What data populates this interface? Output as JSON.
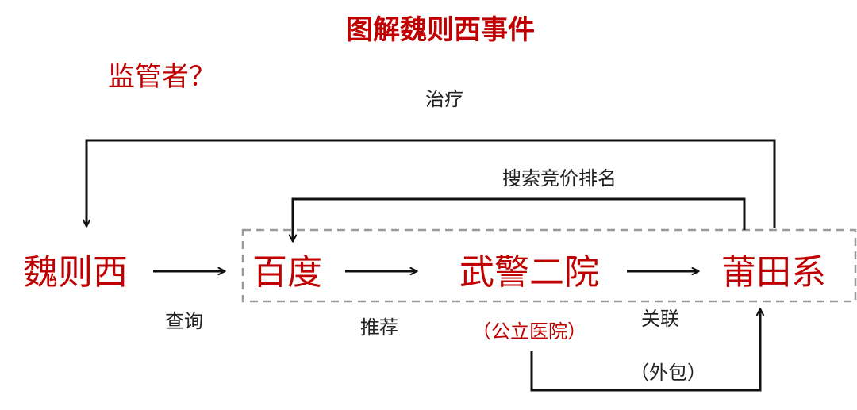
{
  "title": "图解魏则西事件",
  "question": "监管者？",
  "nodes": {
    "weizexi": "魏则西",
    "baidu": "百度",
    "wujing": "武警二院",
    "putian": "莆田系"
  },
  "sublabel": "（公立医院）",
  "edges": {
    "query": "查询",
    "recommend": "推荐",
    "related": "关联",
    "outsourced": "（外包）",
    "search_ranking": "搜索竞价排名",
    "treatment": "治疗"
  },
  "colors": {
    "accent": "#c00000",
    "line": "#111111",
    "dash": "#9a9a9a"
  }
}
